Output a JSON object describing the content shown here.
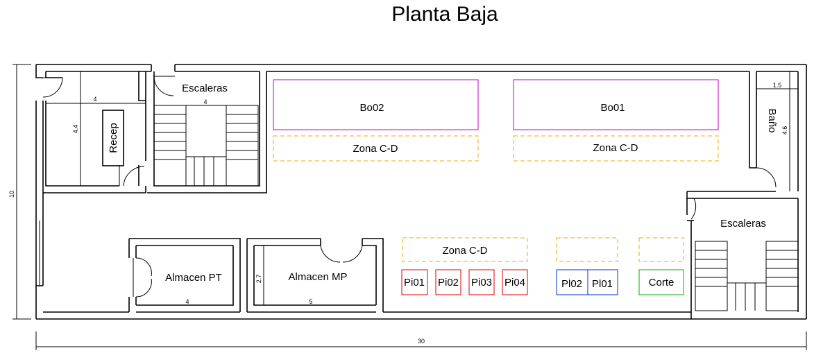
{
  "title": "Planta Baja",
  "rooms": {
    "escaleras_left": "Escaleras",
    "escaleras_right": "Escaleras",
    "recep": "Recep",
    "almacen_pt": "Almacen PT",
    "almacen_mp": "Almacen MP",
    "bano": "Baño"
  },
  "stations": {
    "bo02": "Bo02",
    "bo01": "Bo01",
    "zona_top_left": "Zona C-D",
    "zona_top_right": "Zona C-D",
    "zona_bottom": "Zona C-D",
    "pi01": "Pi01",
    "pi02": "Pi02",
    "pi03": "Pi03",
    "pi04": "Pi04",
    "pl02": "Pl02",
    "pl01": "Pl01",
    "corte": "Corte"
  },
  "dimensions": {
    "total_width": "30",
    "total_height": "10",
    "recep_width": "4",
    "recep_height": "4.4",
    "stairs_width": "4",
    "bano_width": "1.5",
    "bano_height": "4.6",
    "almacen_pt_width": "4",
    "almacen_mp_width": "5",
    "almacen_height": "2.7"
  },
  "colors": {
    "bo": "#bf00bf",
    "zona": "#f0a800",
    "pi": "#e00000",
    "pl": "#0030d0",
    "corte": "#00b000"
  }
}
